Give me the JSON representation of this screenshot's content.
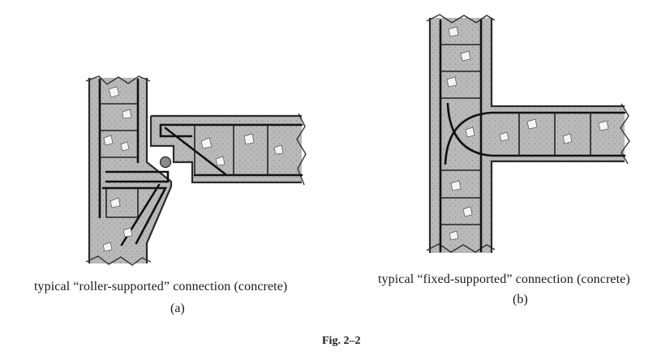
{
  "figure": {
    "panel_a": {
      "caption": "typical “roller-supported” connection (concrete)",
      "label": "(a)"
    },
    "panel_b": {
      "caption": "typical “fixed-supported” connection (concrete)",
      "label": "(b)"
    },
    "figure_label": "Fig. 2–2"
  },
  "colors": {
    "concrete": "#b8b8b8",
    "rebar": "#111111",
    "background": "#ffffff"
  }
}
